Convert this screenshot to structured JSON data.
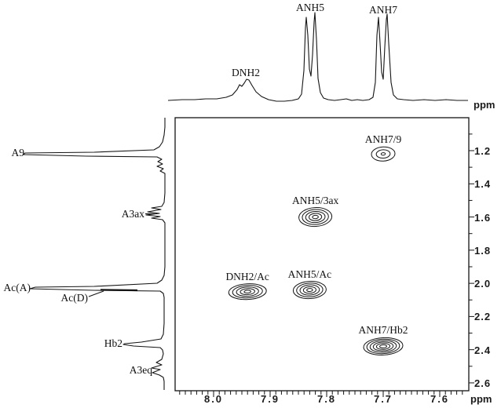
{
  "figure": {
    "description": "2D NMR contour spectrum with 1D trace projections on top and left",
    "axis_unit_top": "ppm",
    "axis_unit_bottom": "ppm",
    "ink_color": "#141414",
    "background_color": "#ffffff"
  },
  "chart_data": {
    "type": "scatter",
    "subtype": "2D NMR (NOESY-type) contour plot with 1D projections",
    "title": "",
    "xlabel": "ppm",
    "ylabel": "ppm",
    "x_axis": {
      "range": [
        8.07,
        7.55
      ],
      "reversed": true,
      "major_ticks": [
        8.0,
        7.9,
        7.8,
        7.7,
        7.6
      ],
      "minor_tick_step": 0.01,
      "labels_side": "bottom"
    },
    "y_axis": {
      "range": [
        1.0,
        2.65
      ],
      "major_ticks": [
        1.2,
        1.4,
        1.6,
        1.8,
        2.0,
        2.2,
        2.4,
        2.6
      ],
      "minor_tick_step": 0.1,
      "labels_side": "right"
    },
    "cross_peaks": [
      {
        "label": "ANH7/9",
        "x_ppm": 7.7,
        "y_ppm": 1.22,
        "rings": 3,
        "rx": 15,
        "ry": 9
      },
      {
        "label": "ANH5/3ax",
        "x_ppm": 7.82,
        "y_ppm": 1.6,
        "rings": 5,
        "rx": 21,
        "ry": 12
      },
      {
        "label": "DNH2/Ac",
        "x_ppm": 7.94,
        "y_ppm": 2.05,
        "rings": 5,
        "rx": 24,
        "ry": 10
      },
      {
        "label": "ANH5/Ac",
        "x_ppm": 7.83,
        "y_ppm": 2.04,
        "rings": 5,
        "rx": 21,
        "ry": 11
      },
      {
        "label": "ANH7/Hb2",
        "x_ppm": 7.7,
        "y_ppm": 2.38,
        "rings": 6,
        "rx": 25,
        "ry": 11
      }
    ],
    "top_trace_peaks": [
      {
        "label": "DNH2",
        "ppm": 7.94,
        "multiplicity": "broad"
      },
      {
        "label": "ANH5",
        "ppm": 7.83,
        "multiplicity": "doublet"
      },
      {
        "label": "ANH7",
        "ppm": 7.7,
        "multiplicity": "doublet"
      }
    ],
    "left_trace_peaks": [
      {
        "label": "A9",
        "ppm": 1.23
      },
      {
        "label": "A3ax",
        "ppm": 1.59
      },
      {
        "label": "Ac(A)",
        "ppm": 2.03
      },
      {
        "label": "Ac(D)",
        "ppm": 2.06
      },
      {
        "label": "Hb2",
        "ppm": 2.37
      },
      {
        "label": "A3eq",
        "ppm": 2.53
      }
    ]
  }
}
